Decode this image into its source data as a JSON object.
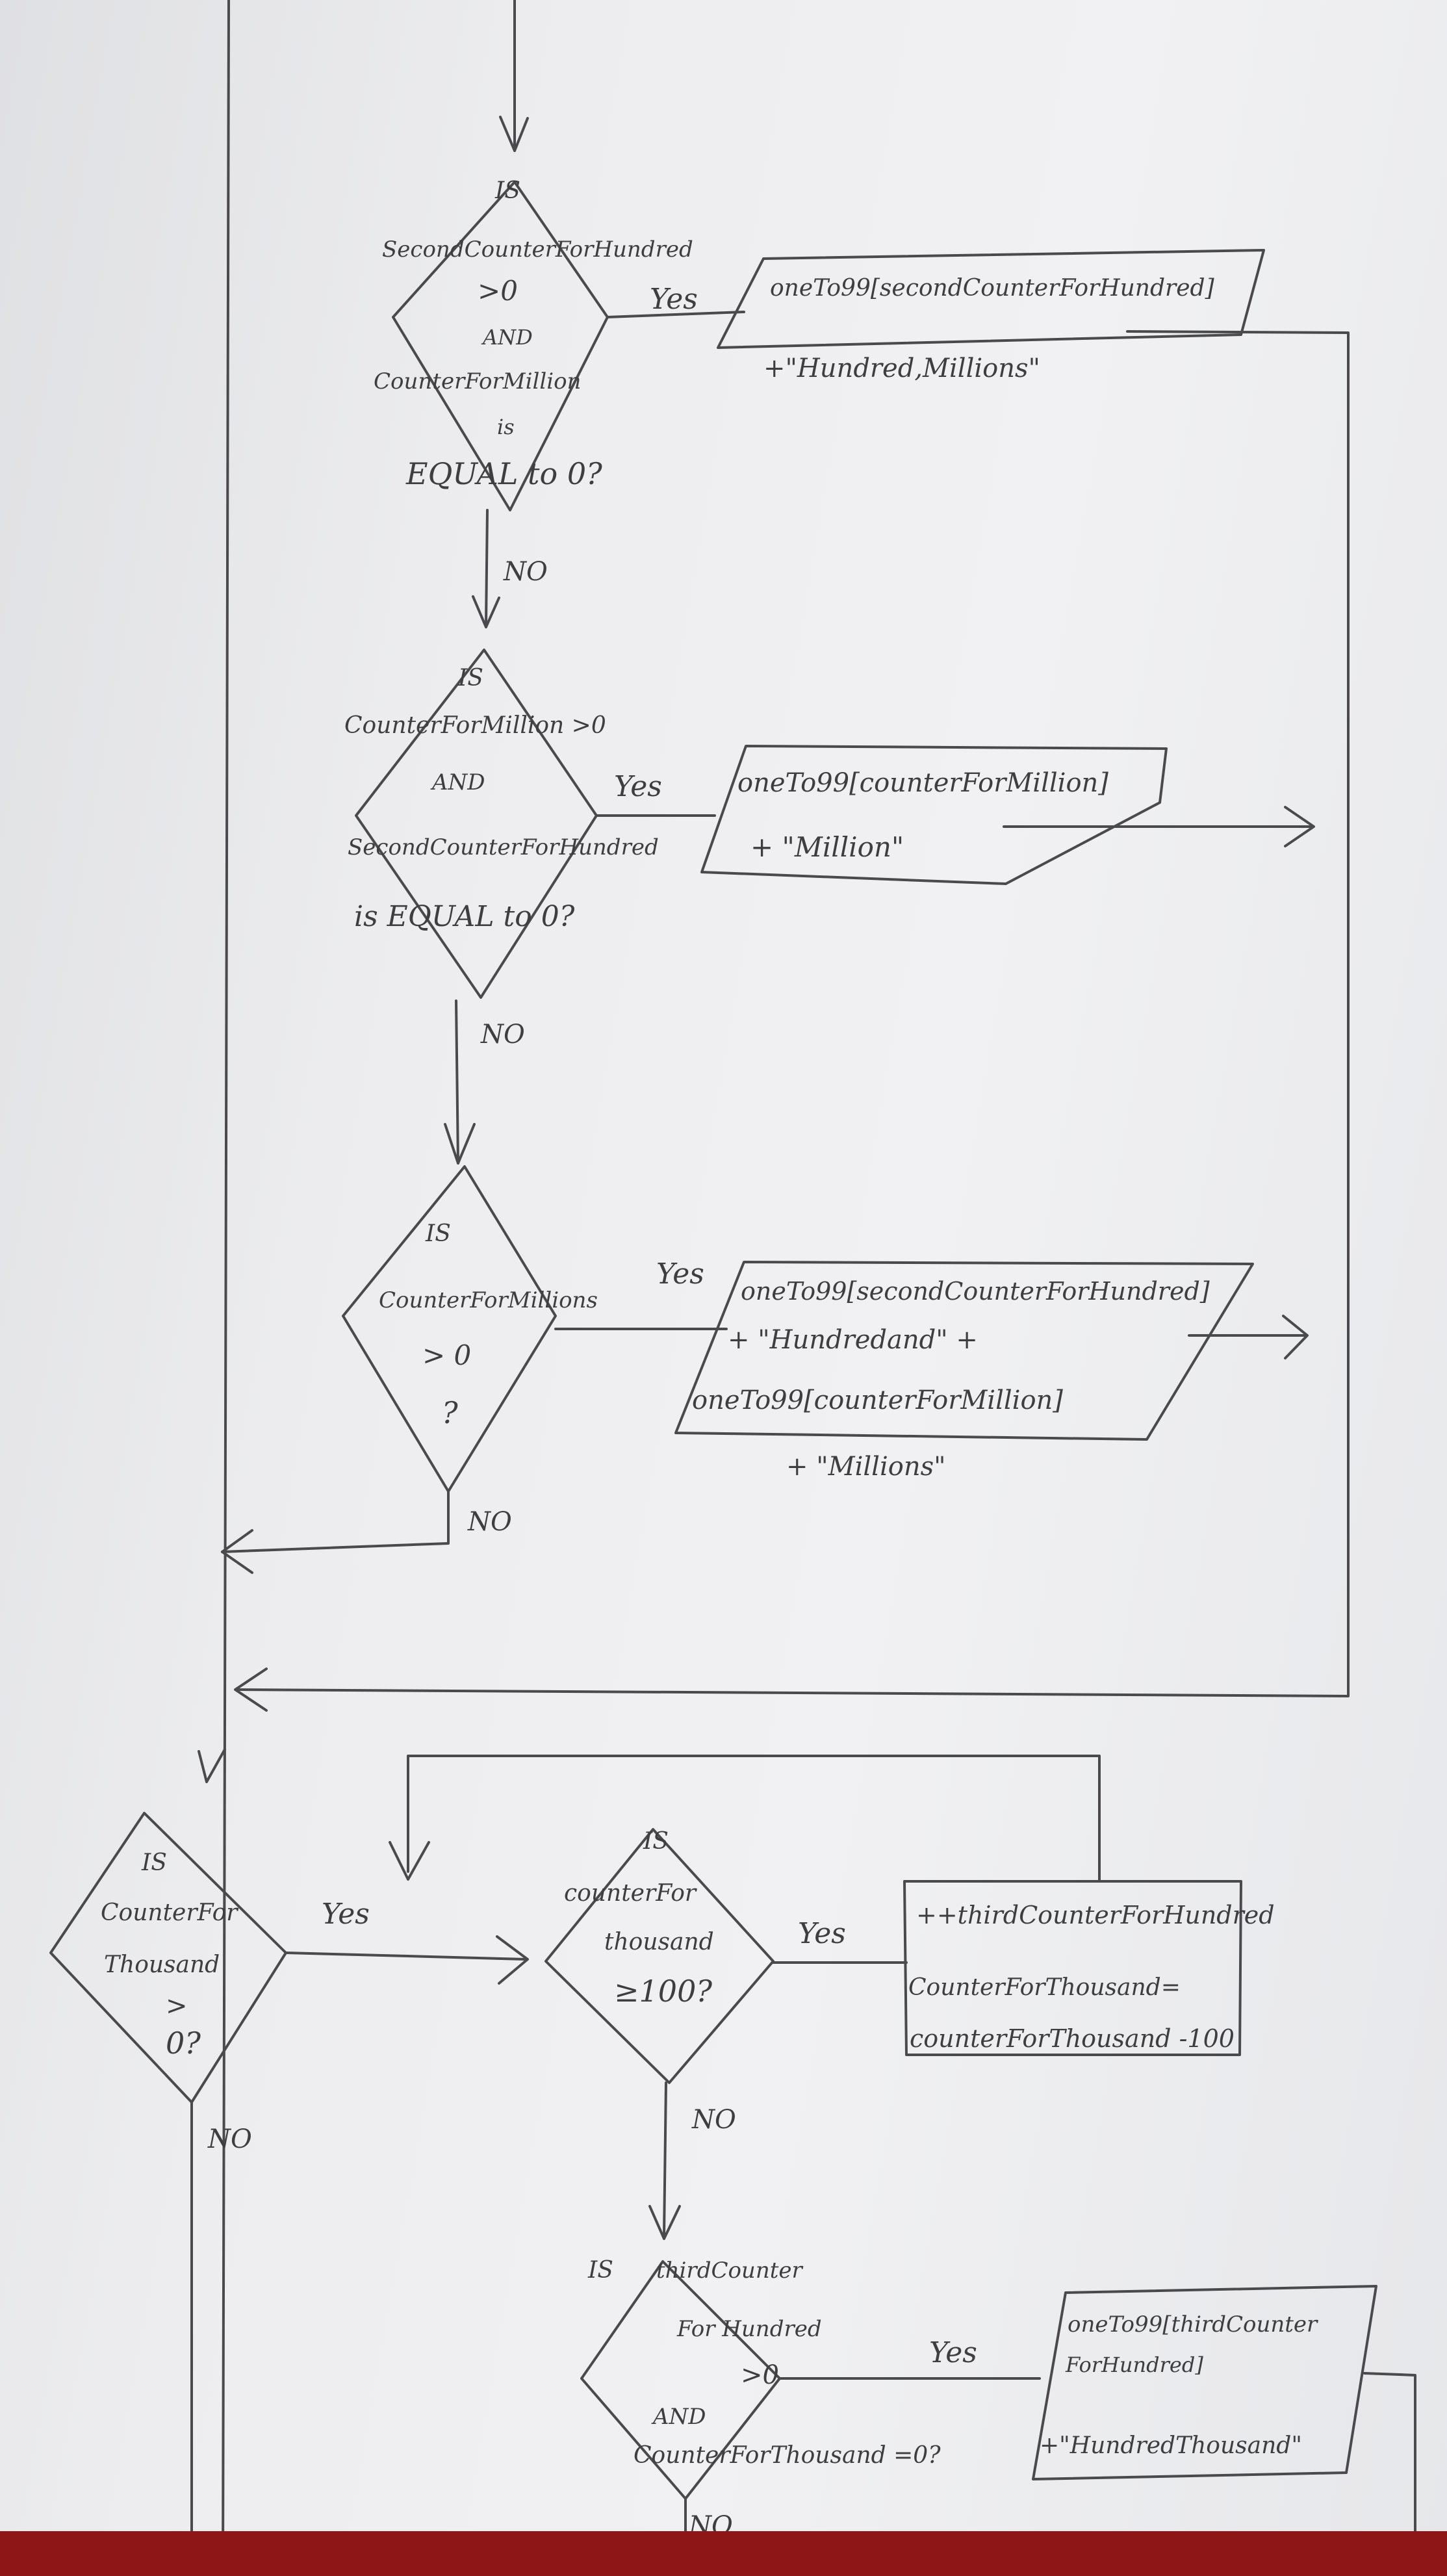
{
  "decisions": {
    "d1": [
      "IS",
      "SecondCounterForHundred",
      ">0",
      "AND",
      "CounterForMillion",
      "is",
      "EQUAL to 0?"
    ],
    "d2": [
      "IS",
      "CounterForMillion >0",
      "AND",
      "SecondCounterForHundred",
      "is EQUAL to 0?"
    ],
    "d3": [
      "IS",
      "CounterForMillions",
      "> 0",
      "?"
    ],
    "d4": [
      "IS",
      "CounterFor",
      "Thousand",
      ">",
      "0?"
    ],
    "d5": [
      "IS",
      "counterFor",
      "thousand",
      "≥100?"
    ],
    "d6": [
      "IS",
      "thirdCounter",
      "For Hundred",
      ">0",
      "AND",
      "CounterForThousand =0?"
    ]
  },
  "processes": {
    "p1": [
      "oneTo99[secondCounterForHundred]",
      "+\"Hundred,Millions\""
    ],
    "p2": [
      "oneTo99[counterForMillion]",
      "+ \"Million\""
    ],
    "p3": [
      "oneTo99[secondCounterForHundred]",
      "+ \"Hundredand\" +",
      "oneTo99[counterForMillion]",
      "+ \"Millions\""
    ],
    "p4": [
      "++thirdCounterForHundred",
      "CounterForThousand=",
      "counterForThousand -100"
    ],
    "p5": [
      "oneTo99[thirdCounter",
      "ForHundred]",
      "+\"HundredThousand\""
    ]
  },
  "edges": {
    "d1_yes": "Yes",
    "d1_no": "NO",
    "d2_yes": "Yes",
    "d2_no": "NO",
    "d3_yes": "Yes",
    "d3_no": "NO",
    "d4_yes": "Yes",
    "d4_no": "NO",
    "d5_yes": "Yes",
    "d5_no": "NO",
    "d6_yes": "Yes",
    "d6_no": "NO"
  }
}
